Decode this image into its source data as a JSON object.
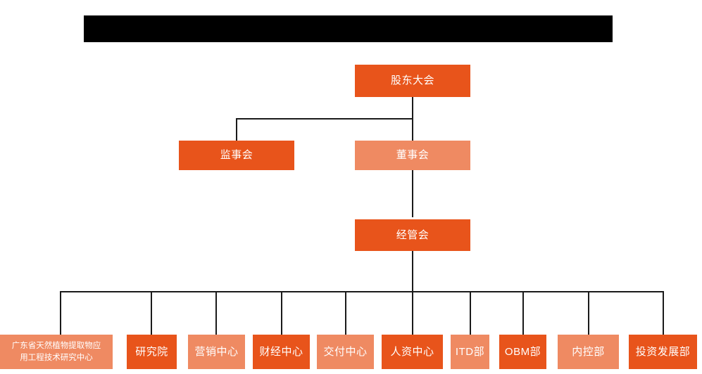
{
  "chart": {
    "kind": "organization-chart",
    "title_banner": {
      "text": "",
      "color": "#000000",
      "note": "redacted black banner"
    },
    "colors": {
      "dark_orange": "#E8541B",
      "light_orange": "#EF8A62",
      "line": "#1A1A1A",
      "background": "#FFFFFF",
      "text": "#FFFFFF"
    },
    "tiers": {
      "tier1": {
        "label": "股东大会",
        "tone": "dark"
      },
      "tier2": [
        {
          "label": "监事会",
          "tone": "dark"
        },
        {
          "label": "董事会",
          "tone": "light"
        }
      ],
      "tier3": {
        "label": "经管会",
        "tone": "dark"
      }
    },
    "departments": [
      {
        "label": "广东省天然植物提取物应\n用工程技术研究中心",
        "tone": "light"
      },
      {
        "label": "研究院",
        "tone": "dark"
      },
      {
        "label": "营销中心",
        "tone": "light"
      },
      {
        "label": "财经中心",
        "tone": "dark"
      },
      {
        "label": "交付中心",
        "tone": "light"
      },
      {
        "label": "人资中心",
        "tone": "dark"
      },
      {
        "label": "ITD部",
        "tone": "light"
      },
      {
        "label": "OBM部",
        "tone": "dark"
      },
      {
        "label": "内控部",
        "tone": "light"
      },
      {
        "label": "投资发展部",
        "tone": "dark"
      }
    ]
  }
}
